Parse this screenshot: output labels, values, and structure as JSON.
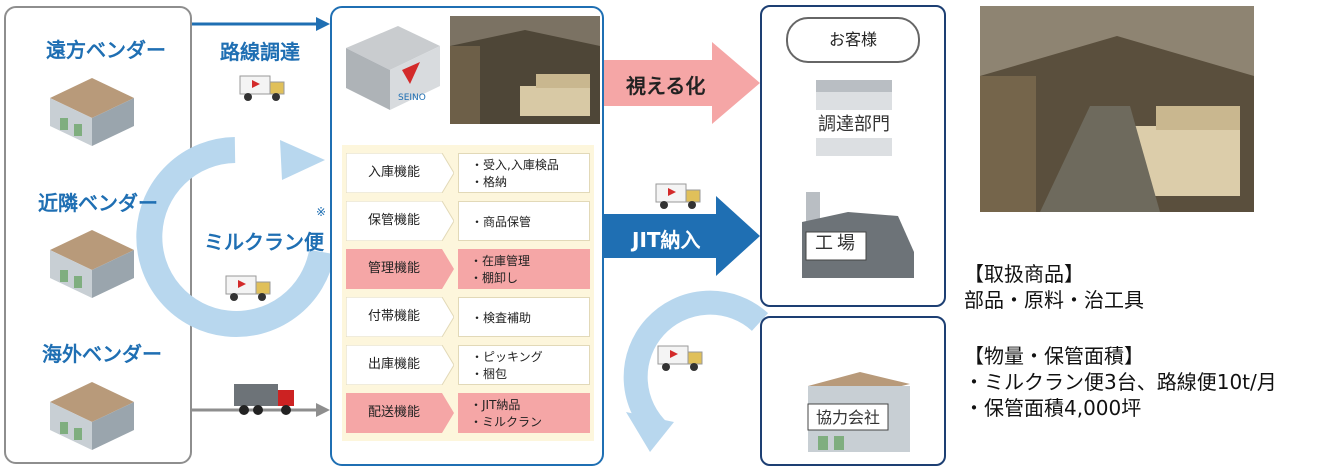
{
  "vendors": {
    "far": "遠方ベンダー",
    "near": "近隣ベンダー",
    "overseas": "海外ベンダー"
  },
  "routes": {
    "line_procurement": "路線調達",
    "milk_run": "ミルクラン便",
    "note_mark": "※"
  },
  "center": {
    "logo_text": "SEINO",
    "functions": [
      {
        "name": "入庫機能",
        "desc": [
          "・受入,入庫検品",
          "・格納"
        ],
        "highlight": false
      },
      {
        "name": "保管機能",
        "desc": [
          "・商品保管"
        ],
        "highlight": false
      },
      {
        "name": "管理機能",
        "desc": [
          "・在庫管理",
          "・棚卸し"
        ],
        "highlight": true
      },
      {
        "name": "付帯機能",
        "desc": [
          "・検査補助"
        ],
        "highlight": false
      },
      {
        "name": "出庫機能",
        "desc": [
          "・ピッキング",
          "・梱包"
        ],
        "highlight": false
      },
      {
        "name": "配送機能",
        "desc": [
          "・JIT納品",
          "・ミルクラン"
        ],
        "highlight": true
      }
    ]
  },
  "arrows": {
    "visualization": "視える化",
    "jit": "JIT納入"
  },
  "customer": {
    "title": "お客様",
    "procurement": "調達部門",
    "factory": "工場"
  },
  "partner": {
    "name": "協力会社"
  },
  "info": {
    "products_heading": "【取扱商品】",
    "products": "部品・原料・治工具",
    "volume_heading": "【物量・保管面積】",
    "volume_line1": "・ミルクラン便3台、路線便10t/月",
    "volume_line2": "・保管面積4,000坪"
  },
  "colors": {
    "blue": "#1f6fb3",
    "navy": "#1d3f73",
    "pink": "#f5a6a6",
    "light_blue": "#a8cde8",
    "gray": "#8e8e8e"
  }
}
